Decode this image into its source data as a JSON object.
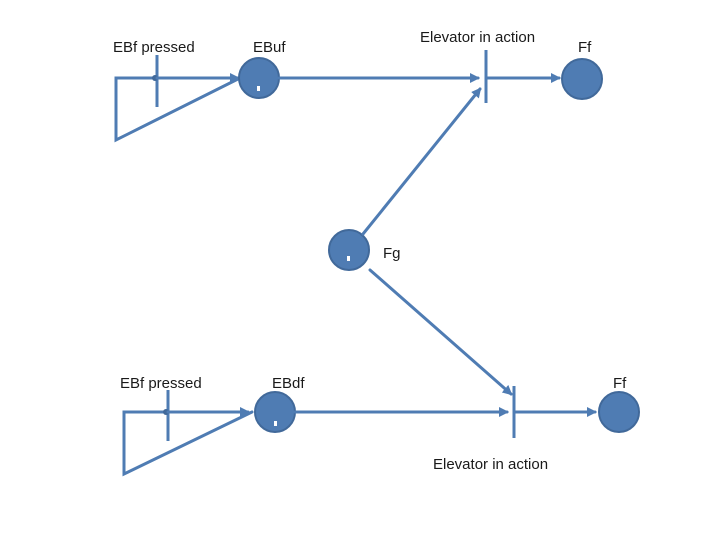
{
  "labels": {
    "ebf_pressed_top": "EBf pressed",
    "ebuf": "EBuf",
    "elevator_top": "Elevator in action",
    "ff_top": "Ff",
    "fg": "Fg",
    "ebf_pressed_bottom": "EBf pressed",
    "ebdf": "EBdf",
    "ff_bottom": "Ff",
    "elevator_bottom": "Elevator in action"
  },
  "colors": {
    "line": "#4f7cb3",
    "place_fill": "#4f7cb3",
    "token": "#ffffff"
  }
}
